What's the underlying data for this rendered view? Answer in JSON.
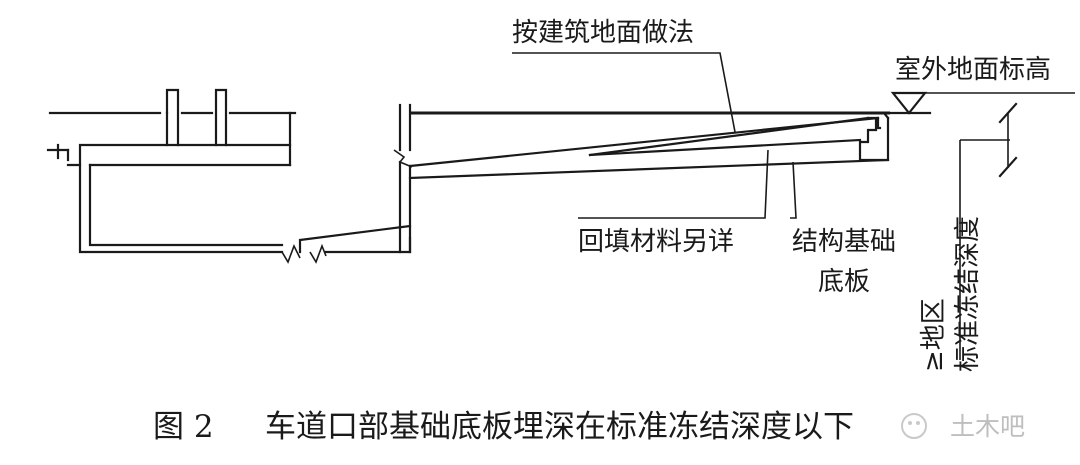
{
  "labels": {
    "floor_method": "按建筑地面做法",
    "outdoor_level": "室外地面标高",
    "backfill": "回填材料另详",
    "structure_base_line1": "结构基础",
    "structure_base_line2": "底板",
    "frost_depth": "标准冻结深度",
    "region_prefix": "≥地区"
  },
  "caption": {
    "number": "图 2",
    "text": "车道口部基础底板埋深在标准冻结深度以下"
  },
  "watermark": {
    "text": "土木吧"
  }
}
